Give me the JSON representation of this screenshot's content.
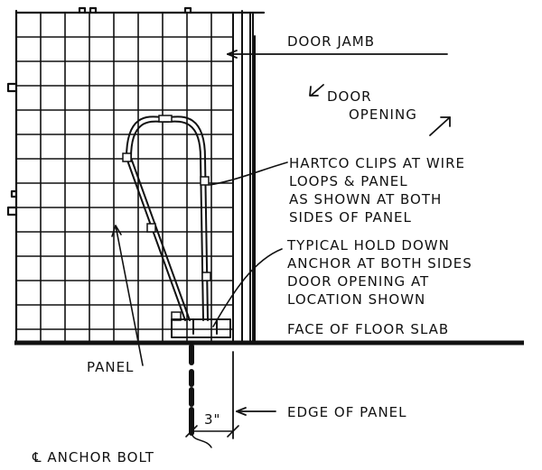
{
  "labels": {
    "door_jamb": "DOOR JAMB",
    "door": "DOOR",
    "opening": "OPENING",
    "hartco_1": "HARTCO CLIPS AT WIRE",
    "hartco_2": "LOOPS & PANEL",
    "hartco_3": "AS SHOWN AT BOTH",
    "hartco_4": "SIDES OF PANEL",
    "typ_1": "TYPICAL HOLD DOWN",
    "typ_2": "ANCHOR AT BOTH SIDES",
    "typ_3": "DOOR OPENING AT",
    "typ_4": "LOCATION SHOWN",
    "slab": "FACE OF FLOOR SLAB",
    "panel": "PANEL",
    "dimension": "3\"",
    "edge": "EDGE OF PANEL",
    "anchor_bolt": "℄ ANCHOR BOLT"
  },
  "colors": {
    "ink": "#111111",
    "paper": "#ffffff"
  }
}
